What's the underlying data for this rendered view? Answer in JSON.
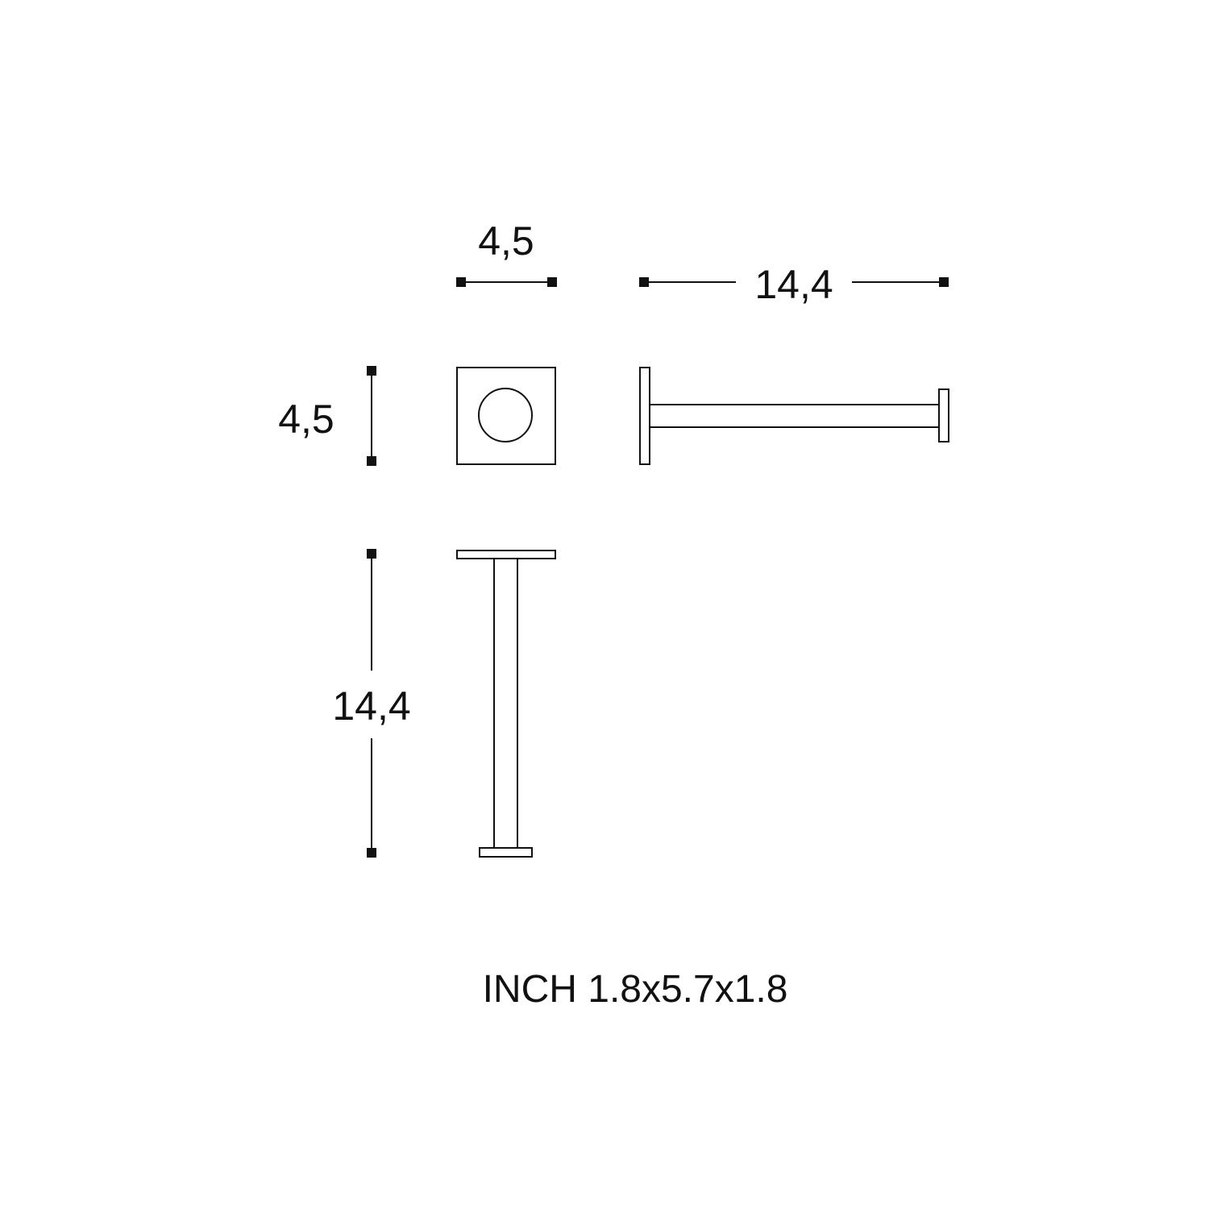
{
  "dimensions": {
    "top_view_width": "4,5",
    "side_view_length": "14,4",
    "top_view_height": "4,5",
    "front_view_height": "14,4"
  },
  "footer": {
    "inch_note": "INCH 1.8x5.7x1.8"
  },
  "colors": {
    "line": "#111111",
    "background": "#ffffff"
  }
}
